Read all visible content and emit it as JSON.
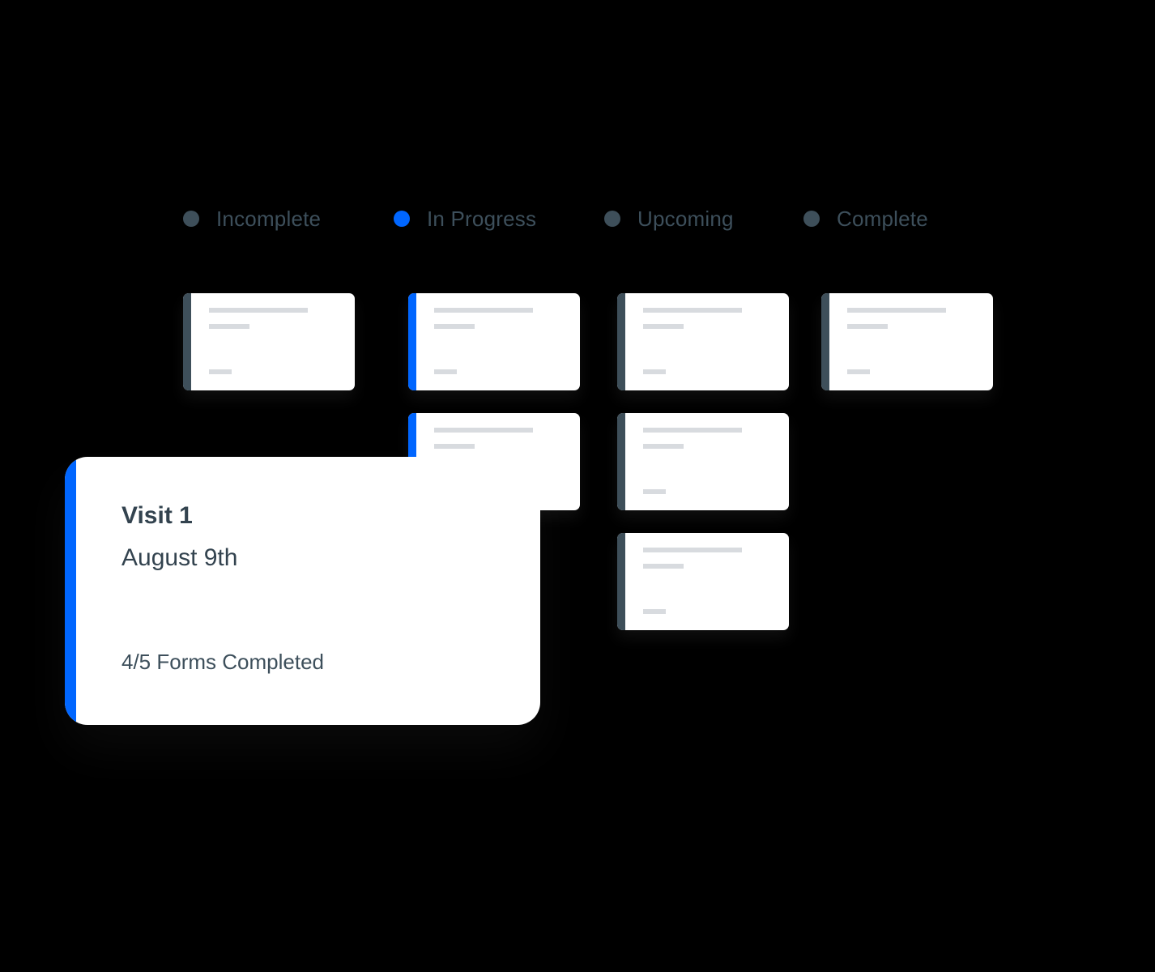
{
  "legend": [
    {
      "label": "Incomplete",
      "color": "#3e4f5a"
    },
    {
      "label": "In Progress",
      "color": "#0066ff"
    },
    {
      "label": "Upcoming",
      "color": "#3e4f5a"
    },
    {
      "label": "Complete",
      "color": "#3e4f5a"
    }
  ],
  "colors": {
    "accent": "#0066ff",
    "neutral_stripe": "#3e4f5a",
    "placeholder_bar": "#d8dbdf",
    "text": "#33434f",
    "background": "#000000"
  },
  "columns": [
    {
      "status": "Incomplete",
      "cards": 1
    },
    {
      "status": "In Progress",
      "cards": 2
    },
    {
      "status": "Upcoming",
      "cards": 3
    },
    {
      "status": "Complete",
      "cards": 1
    }
  ],
  "featured_card": {
    "title": "Visit 1",
    "date": "August 9th",
    "status": "4/5 Forms Completed",
    "stripe_color": "#0066ff"
  }
}
